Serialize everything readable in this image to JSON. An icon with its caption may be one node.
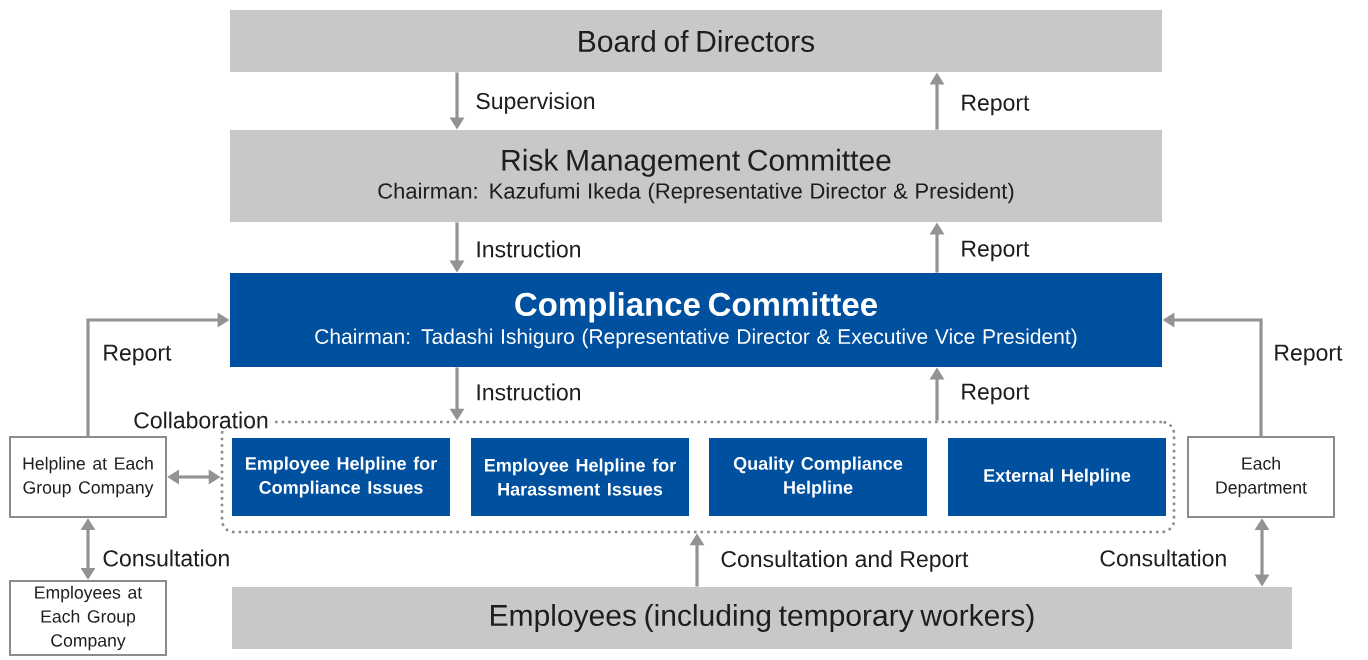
{
  "diagram": {
    "nodes": [
      {
        "text": [
          "Board of Directors"
        ]
      },
      {
        "text": [
          "Risk Management Committee",
          "Chairman: Kazufumi Ikeda (Representative Director & President)"
        ]
      },
      {
        "text": [
          "Compliance Committee",
          "Chairman: Tadashi Ishiguro (Representative Director & Executive Vice President)"
        ]
      },
      {
        "text": [
          "Collaboration"
        ]
      },
      {
        "text": [
          "Employee Helpline for Compliance Issues"
        ],
        "in": 3
      },
      {
        "text": [
          "Employee Helpline for Harassment Issues"
        ],
        "in": 3
      },
      {
        "text": [
          "Quality Compliance Helpline"
        ],
        "in": 3
      },
      {
        "text": [
          "External Helpline"
        ],
        "in": 3
      },
      {
        "text": [
          "Helpline at Each Group Company"
        ]
      },
      {
        "text": [
          "Each Department"
        ]
      },
      {
        "text": [
          "Employees at Each Group Company"
        ]
      },
      {
        "text": [
          "Employees (including temporary workers)"
        ]
      }
    ],
    "edges": [
      {
        "from": 0,
        "to": 1,
        "arrow": "to",
        "label": "Supervision"
      },
      {
        "from": 1,
        "to": 0,
        "arrow": "to",
        "label": "Report"
      },
      {
        "from": 1,
        "to": 2,
        "arrow": "to",
        "label": "Instruction"
      },
      {
        "from": 2,
        "to": 1,
        "arrow": "to",
        "label": "Report"
      },
      {
        "from": 2,
        "to": 3,
        "arrow": "to",
        "label": "Instruction"
      },
      {
        "from": 3,
        "to": 2,
        "arrow": "to",
        "label": "Report"
      },
      {
        "from": 8,
        "to": 2,
        "arrow": "to",
        "label": "Report"
      },
      {
        "from": 9,
        "to": 2,
        "arrow": "to",
        "label": "Report"
      },
      {
        "from": 8,
        "to": 3,
        "arrow": "both"
      },
      {
        "from": 8,
        "to": 10,
        "arrow": "both",
        "label": "Consultation"
      },
      {
        "from": 11,
        "to": 3,
        "arrow": "to",
        "label": "Consultation and Report"
      },
      {
        "from": 9,
        "to": 11,
        "arrow": "both",
        "label": "Consultation"
      }
    ]
  }
}
